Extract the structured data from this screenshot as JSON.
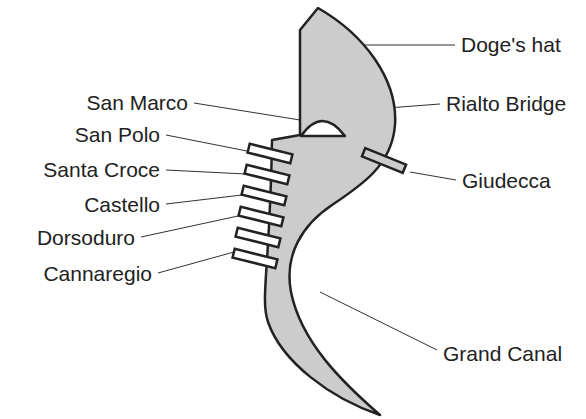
{
  "diagram": {
    "labels": [
      "Doge's hat",
      "San Marco",
      "Rialto Bridge",
      "San Polo",
      "Santa Croce",
      "Giudecca",
      "Castello",
      "Dorsoduro",
      "Cannaregio",
      "Grand Canal"
    ]
  }
}
